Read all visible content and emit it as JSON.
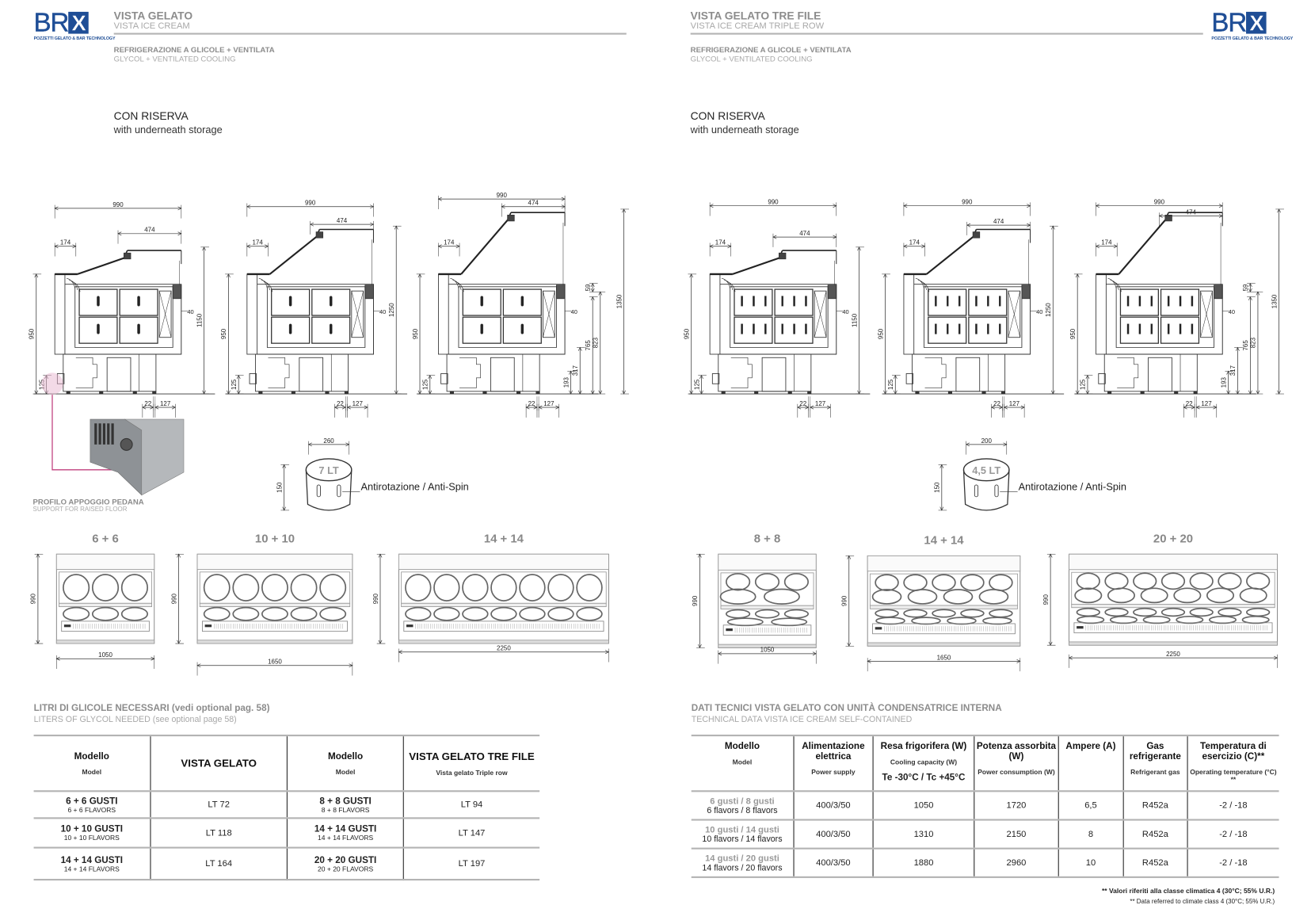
{
  "brand": {
    "logo": "BRX",
    "tagline": "POZZETTI GELATO & BAR TECHNOLOGY",
    "color": "#1f4e96"
  },
  "left_page": {
    "title": "VISTA GELATO",
    "subtitle": "VISTA ICE CREAM",
    "cooling": "REFRIGERAZIONE A GLICOLE + VENTILATA",
    "cooling_en": "GLYCOL + VENTILATED COOLING",
    "section": "CON RISERVA",
    "section_en": "with underneath storage",
    "side_views": [
      {
        "width": "990",
        "depth": "474",
        "rear": "174",
        "height": "1150",
        "counter": "950",
        "glass": "40",
        "base": "125",
        "foot_a": "22",
        "foot_b": "127"
      },
      {
        "width": "990",
        "depth": "474",
        "rear": "174",
        "height": "1250",
        "counter": "950",
        "glass": "40",
        "base": "125",
        "foot_a": "22",
        "foot_b": "127"
      },
      {
        "width": "990",
        "depth": "474",
        "rear": "174",
        "height": "1350",
        "counter": "950",
        "glass": "40",
        "base": "125",
        "foot_a": "22",
        "foot_b": "127",
        "d59": "59",
        "d823": "823",
        "d765": "765",
        "d317": "317",
        "d193": "193"
      }
    ],
    "floor_profile": {
      "title": "PROFILO APPOGGIO PEDANA",
      "title_en": "SUPPORT FOR RAISED FLOOR"
    },
    "pan": {
      "capacity": "7 LT",
      "diameter": "260",
      "height": "150",
      "note": "Antirotazione / Anti-Spin"
    },
    "front_views": [
      {
        "label": "6 + 6",
        "depth": "990",
        "width": "1050",
        "tubs_per_row": [
          3
        ]
      },
      {
        "label": "10 + 10",
        "depth": "990",
        "width": "1650",
        "tubs_per_row": [
          5
        ]
      },
      {
        "label": "14 + 14",
        "depth": "990",
        "width": "2250",
        "tubs_per_row": [
          7
        ]
      }
    ],
    "table_heading": "LITRI DI GLICOLE NECESSARI (vedi optional pag. 58)",
    "table_heading_en": "LITERS OF GLYCOL NEEDED (see optional page 58)",
    "table": {
      "columns": [
        {
          "title": "Modello",
          "sub": "Model"
        },
        {
          "title": "VISTA GELATO",
          "sub": ""
        },
        {
          "title": "Modello",
          "sub": "Model"
        },
        {
          "title": "VISTA GELATO TRE FILE",
          "sub": "Vista gelato Triple row"
        }
      ],
      "rows": [
        {
          "model": "6 + 6 GUSTI",
          "model_en": "6 + 6 FLAVORS",
          "liters": "LT 72",
          "model3": "8 + 8 GUSTI",
          "model3_en": "8 + 8 FLAVORS",
          "liters3": "LT 94"
        },
        {
          "model": "10 + 10 GUSTI",
          "model_en": "10 + 10 FLAVORS",
          "liters": "LT 118",
          "model3": "14 + 14 GUSTI",
          "model3_en": "14 + 14 FLAVORS",
          "liters3": "LT 147"
        },
        {
          "model": "14 + 14 GUSTI",
          "model_en": "14 + 14 FLAVORS",
          "liters": "LT 164",
          "model3": "20 + 20 GUSTI",
          "model3_en": "20 + 20 FLAVORS",
          "liters3": "LT 197"
        }
      ]
    }
  },
  "right_page": {
    "title": "VISTA GELATO TRE FILE",
    "subtitle": "VISTA ICE CREAM TRIPLE ROW",
    "cooling": "REFRIGERAZIONE A GLICOLE + VENTILATA",
    "cooling_en": "GLYCOL + VENTILATED COOLING",
    "section": "CON RISERVA",
    "section_en": "with underneath storage",
    "side_views": [
      {
        "width": "990",
        "depth": "474",
        "rear": "174",
        "height": "1150",
        "counter": "950",
        "glass": "40",
        "base": "125",
        "foot_a": "22",
        "foot_b": "127"
      },
      {
        "width": "990",
        "depth": "474",
        "rear": "174",
        "height": "1250",
        "counter": "950",
        "glass": "40",
        "base": "125",
        "foot_a": "22",
        "foot_b": "127"
      },
      {
        "width": "990",
        "depth": "474",
        "rear": "174",
        "height": "1350",
        "counter": "950",
        "glass": "40",
        "base": "125",
        "foot_a": "22",
        "foot_b": "127",
        "d59": "59",
        "d823": "823",
        "d765": "765",
        "d317": "317",
        "d193": "193"
      }
    ],
    "pan": {
      "capacity": "4,5 LT",
      "diameter": "200",
      "height": "150",
      "note": "Antirotazione / Anti-Spin"
    },
    "front_views": [
      {
        "label": "8 + 8",
        "depth": "990",
        "width": "1050",
        "tubs_per_row": [
          3,
          2
        ]
      },
      {
        "label": "14 + 14",
        "depth": "990",
        "width": "1650",
        "tubs_per_row": [
          5,
          4
        ]
      },
      {
        "label": "20 + 20",
        "depth": "990",
        "width": "2250",
        "tubs_per_row": [
          7,
          6
        ]
      }
    ],
    "table_heading": "DATI TECNICI VISTA GELATO CON UNITÀ CONDENSATRICE INTERNA",
    "table_heading_en": "TECHNICAL DATA VISTA ICE CREAM SELF-CONTAINED",
    "table": {
      "columns": [
        {
          "title": "Modello",
          "sub": "Model",
          "extra": ""
        },
        {
          "title": "Alimentazione elettrica",
          "sub": "Power supply",
          "extra": ""
        },
        {
          "title": "Resa frigorifera (W)",
          "sub": "Cooling capacity (W)",
          "extra": "Te -30°C / Tc +45°C"
        },
        {
          "title": "Potenza assorbita (W)",
          "sub": "Power consumption (W)",
          "extra": ""
        },
        {
          "title": "Ampere (A)",
          "sub": "",
          "extra": ""
        },
        {
          "title": "Gas refrigerante",
          "sub": "Refrigerant gas",
          "extra": ""
        },
        {
          "title": "Temperatura di esercizio (C)**",
          "sub": "Operating temperature (°C) **",
          "extra": ""
        }
      ],
      "rows": [
        {
          "model": "6 gusti / 8 gusti",
          "model_en": "6 flavors / 8 flavors",
          "supply": "400/3/50",
          "capacity": "1050",
          "power": "1720",
          "ampere": "6,5",
          "gas": "R452a",
          "temp": "-2 / -18"
        },
        {
          "model": "10 gusti / 14 gusti",
          "model_en": "10 flavors / 14 flavors",
          "supply": "400/3/50",
          "capacity": "1310",
          "power": "2150",
          "ampere": "8",
          "gas": "R452a",
          "temp": "-2 / -18"
        },
        {
          "model": "14 gusti / 20 gusti",
          "model_en": "14 flavors / 20 flavors",
          "supply": "400/3/50",
          "capacity": "1880",
          "power": "2960",
          "ampere": "10",
          "gas": "R452a",
          "temp": "-2 / -18"
        }
      ]
    },
    "footnote": "** Valori riferiti alla classe climatica 4 (30°C; 55% U.R.)",
    "footnote_en": "** Data referred to climate class 4 (30°C; 55% U.R.)"
  }
}
